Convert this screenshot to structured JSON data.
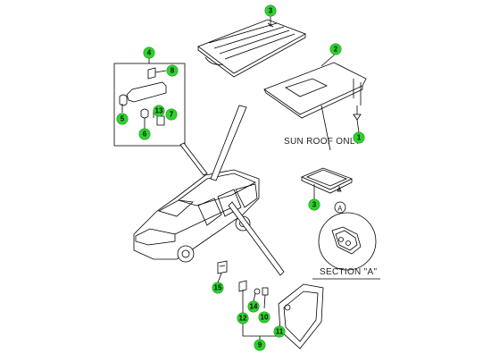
{
  "callouts": [
    {
      "id": "c3-top",
      "label": "3"
    },
    {
      "id": "c2",
      "label": "2"
    },
    {
      "id": "c4",
      "label": "4"
    },
    {
      "id": "c8",
      "label": "8"
    },
    {
      "id": "c5",
      "label": "5"
    },
    {
      "id": "c13",
      "label": "13"
    },
    {
      "id": "c7",
      "label": "7"
    },
    {
      "id": "c6",
      "label": "6"
    },
    {
      "id": "c1",
      "label": "1"
    },
    {
      "id": "c3-bottom",
      "label": "3"
    },
    {
      "id": "c15",
      "label": "15"
    },
    {
      "id": "c14",
      "label": "14"
    },
    {
      "id": "c10",
      "label": "10"
    },
    {
      "id": "c12",
      "label": "12"
    },
    {
      "id": "c11",
      "label": "11"
    },
    {
      "id": "c9",
      "label": "9"
    }
  ],
  "labels": {
    "sunroof": "SUN ROOF ONLY",
    "section": "SECTION \"A\"",
    "ref_a": "A"
  }
}
